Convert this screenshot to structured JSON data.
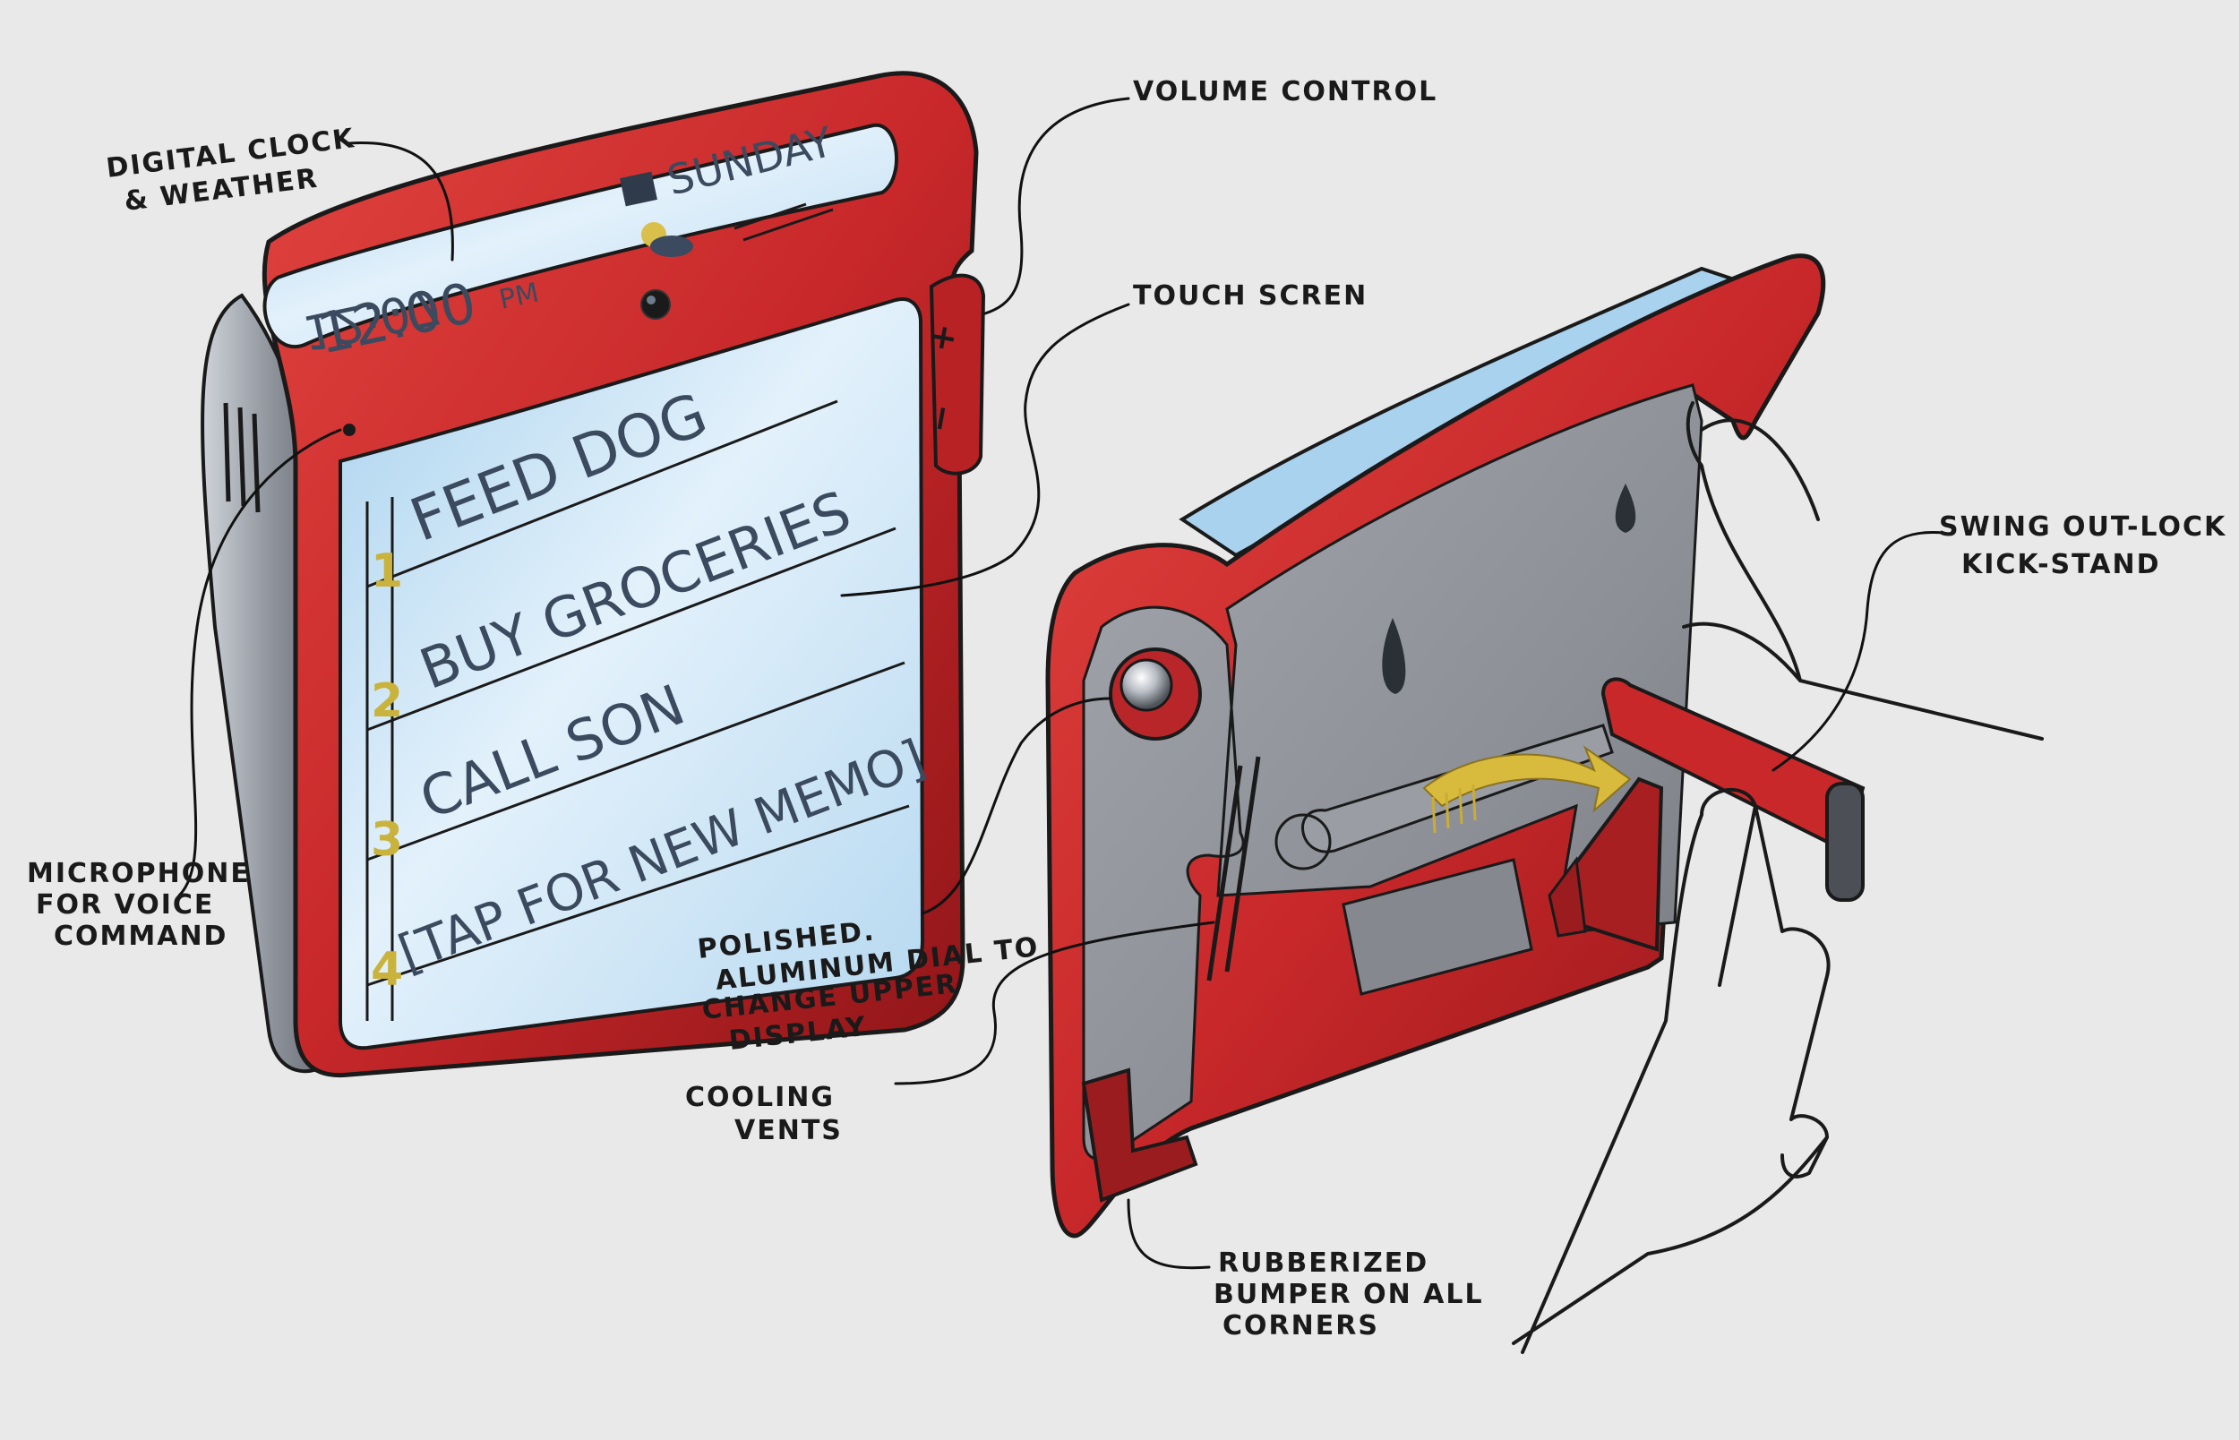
{
  "callouts": {
    "clock_weather": [
      "DIGITAL CLOCK",
      "& WEATHER"
    ],
    "volume": [
      "VOLUME CONTROL"
    ],
    "touch": [
      "TOUCH SCREN"
    ],
    "microphone": [
      "MICROPHONE",
      "FOR VOICE",
      "COMMAND"
    ],
    "dial": [
      "POLISHED.",
      "ALUMINUM DIAL TO",
      "CHANGE UPPER",
      "DISPLAY"
    ],
    "vents": [
      "COOLING",
      "VENTS"
    ],
    "bumper": [
      "RUBBERIZED",
      "BUMPER ON ALL",
      "CORNERS"
    ],
    "kickstand": [
      "SWING OUT-LOCK",
      "KICK-STAND"
    ]
  },
  "device_display": {
    "day": "SUNDAY",
    "time_top": "12:07",
    "time": "12:00",
    "ampm": "PM",
    "memos": [
      {
        "number": "1",
        "text": "FEED DOG"
      },
      {
        "number": "2",
        "text": "BUY GROCERIES"
      },
      {
        "number": "3",
        "text": "CALL SON"
      },
      {
        "number": "4",
        "text": "[TAP FOR NEW MEMO]"
      }
    ],
    "volume_plus": "+",
    "volume_minus": "−"
  },
  "colors": {
    "body_red": "#c8282a",
    "dark_red": "#8e1518",
    "screen_blue": "#b8d9f0",
    "screen_light": "#e2f0fa",
    "back_grey": "#8d8f95",
    "arrow_yellow": "#d8bb3c",
    "paper": "#e9e9ea"
  }
}
